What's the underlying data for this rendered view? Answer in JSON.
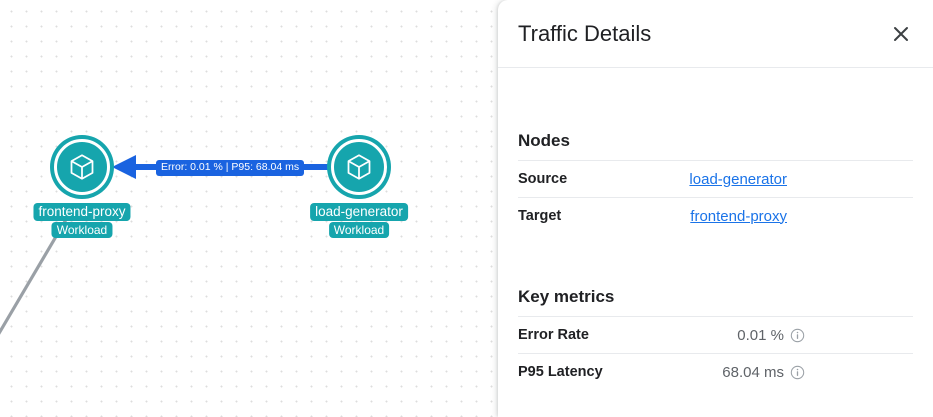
{
  "graph": {
    "nodes": [
      {
        "id": "frontend-proxy",
        "title": "frontend-proxy",
        "subtitle": "Workload",
        "icon": "cube-icon",
        "color": "#16a5ad"
      },
      {
        "id": "load-generator",
        "title": "load-generator",
        "subtitle": "Workload",
        "icon": "cube-icon",
        "color": "#16a5ad"
      }
    ],
    "edges": [
      {
        "from": "load-generator",
        "to": "frontend-proxy",
        "label": "Error: 0.01 % | P95: 68.04 ms",
        "color": "#1a63e0",
        "selected": true
      },
      {
        "from": "frontend-proxy",
        "to": "offscreen",
        "label": "",
        "color": "#9aa0a6",
        "selected": false
      }
    ]
  },
  "panel": {
    "title": "Traffic Details",
    "close_icon": "close-icon",
    "sections": [
      {
        "heading": "Nodes",
        "rows": [
          {
            "key": "Source",
            "value": "load-generator",
            "type": "link"
          },
          {
            "key": "Target",
            "value": "frontend-proxy",
            "type": "link"
          }
        ]
      },
      {
        "heading": "Key metrics",
        "rows": [
          {
            "key": "Error Rate",
            "value": "0.01 %",
            "type": "metric",
            "info_icon": "info-icon"
          },
          {
            "key": "P95 Latency",
            "value": "68.04 ms",
            "type": "metric",
            "info_icon": "info-icon"
          }
        ]
      }
    ]
  },
  "colors": {
    "node_teal": "#16a5ad",
    "edge_blue": "#1a63e0",
    "link_blue": "#1a73e8",
    "text_primary": "#202124",
    "text_secondary": "#5f6368",
    "divider": "#e8eaed"
  }
}
